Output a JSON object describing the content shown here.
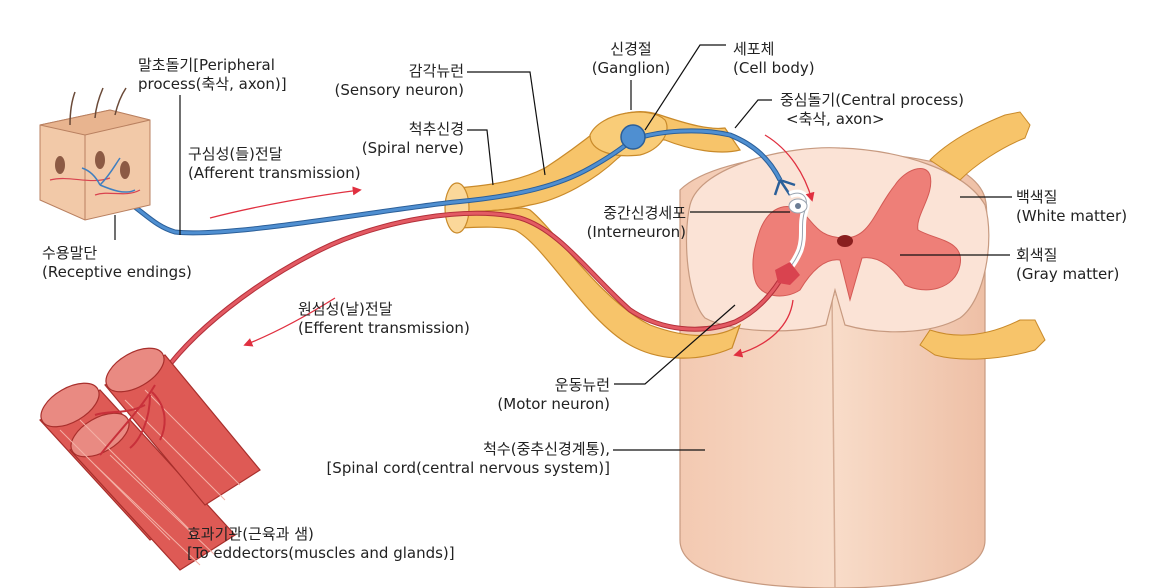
{
  "labels": {
    "peripheral": {
      "ko": "말초돌기[Peripheral",
      "en": "process(축삭, axon)]"
    },
    "afferent": {
      "ko": "구심성(들)전달",
      "en": "(Afferent transmission)"
    },
    "receptive": {
      "ko": "수용말단",
      "en": "(Receptive endings)"
    },
    "sensory": {
      "ko": "감각뉴런",
      "en": "(Sensory neuron)"
    },
    "spiral": {
      "ko": "척추신경",
      "en": "(Spiral nerve)"
    },
    "ganglion": {
      "ko": "신경절",
      "en": "(Ganglion)"
    },
    "cellbody": {
      "ko": "세포체",
      "en": "(Cell body)"
    },
    "central": {
      "ko": "중심돌기(Central process)",
      "en": "<축삭, axon>"
    },
    "white": {
      "ko": "백색질",
      "en": "(White matter)"
    },
    "interneuron": {
      "ko": "중간신경세포",
      "en": "(Interneuron)"
    },
    "gray": {
      "ko": "회색질",
      "en": "(Gray matter)"
    },
    "efferent": {
      "ko": "원심성(날)전달",
      "en": "(Efferent transmission)"
    },
    "motor": {
      "ko": "운동뉴런",
      "en": "(Motor neuron)"
    },
    "spinalcord": {
      "ko": "척수(중추신경계통),",
      "en": "[Spinal cord(central nervous system)]"
    },
    "effectors": {
      "ko": "효과기관(근육과 샘)",
      "en": "[To eddectors(muscles and glands)]"
    }
  },
  "colors": {
    "nerve": "#f7c46a",
    "nerve_edge": "#c98a2a",
    "sensory": "#3f7fc0",
    "motor": "#d9434f",
    "cord": "#f6d3bf",
    "white_matter": "#fbe3d6",
    "gray_matter": "#ee7f78",
    "muscle": "#de5a55",
    "skin": "#f2c9a8",
    "arrow": "#e03040"
  }
}
